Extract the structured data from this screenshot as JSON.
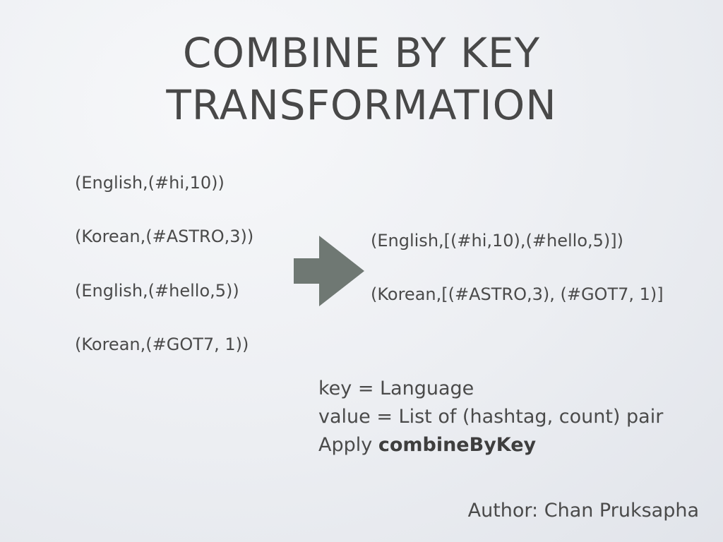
{
  "slide": {
    "title_line1": "COMBINE BY KEY",
    "title_line2": "TRANSFORMATION"
  },
  "input_pairs": [
    "(English,(#hi,10))",
    "(Korean,(#ASTRO,3))",
    "(English,(#hello,5))",
    "(Korean,(#GOT7, 1))"
  ],
  "arrow_icon": "right-arrow-icon",
  "output_pairs": [
    "(English,[(#hi,10),(#hello,5)])",
    "(Korean,[(#ASTRO,3), (#GOT7, 1)]"
  ],
  "notes": {
    "key_line": "key = Language",
    "value_line": "value = List of (hashtag, count) pair",
    "apply_prefix": "Apply ",
    "apply_method": "combineByKey"
  },
  "author": "Author: Chan Pruksapha",
  "colors": {
    "text": "#4a4a4a",
    "arrow": "#6f7873",
    "background": "#eceef2"
  }
}
